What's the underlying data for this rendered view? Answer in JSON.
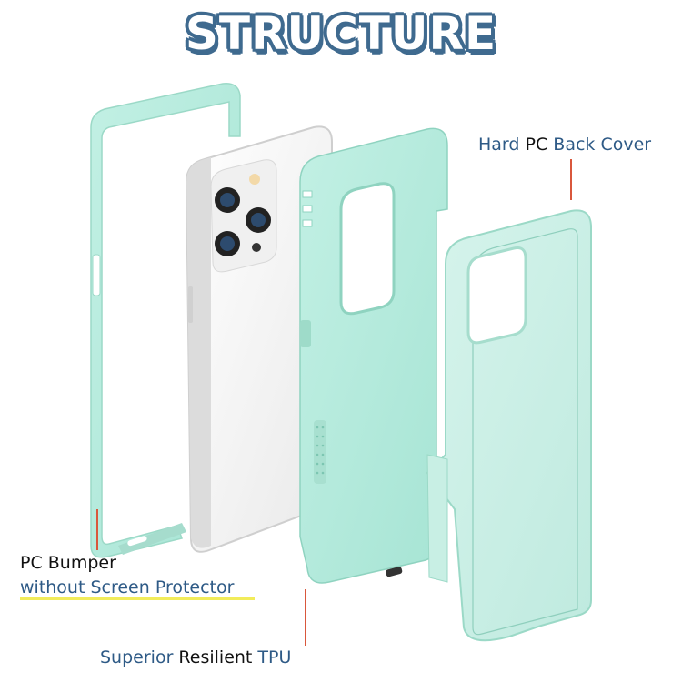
{
  "header": {
    "title": "STRUCTURE"
  },
  "colors": {
    "title_fill": "#ffffff",
    "title_outline": "#3f6a8f",
    "label_blue": "#2e5a86",
    "label_black": "#111111",
    "leader_line": "#d9573c",
    "highlight_underline": "#f2ec5a",
    "case_mint": "#b5ece0",
    "case_mint_dark": "#8fd9c5",
    "phone_silver": "#f2f2f2"
  },
  "labels": {
    "back_cover": {
      "part1": "Hard ",
      "part2": "PC",
      "part3": " Back Cover"
    },
    "bumper": {
      "line1_part1": "PC",
      "line1_part2": " Bumper",
      "line2": "without Screen Protector"
    },
    "tpu": {
      "part1": "Superior ",
      "part2": "Resilient",
      "part3": " TPU"
    }
  },
  "components": [
    {
      "name": "PC Bumper frame"
    },
    {
      "name": "Phone (silver, triple camera)"
    },
    {
      "name": "TPU inner shell"
    },
    {
      "name": "Hard PC back cover"
    }
  ]
}
